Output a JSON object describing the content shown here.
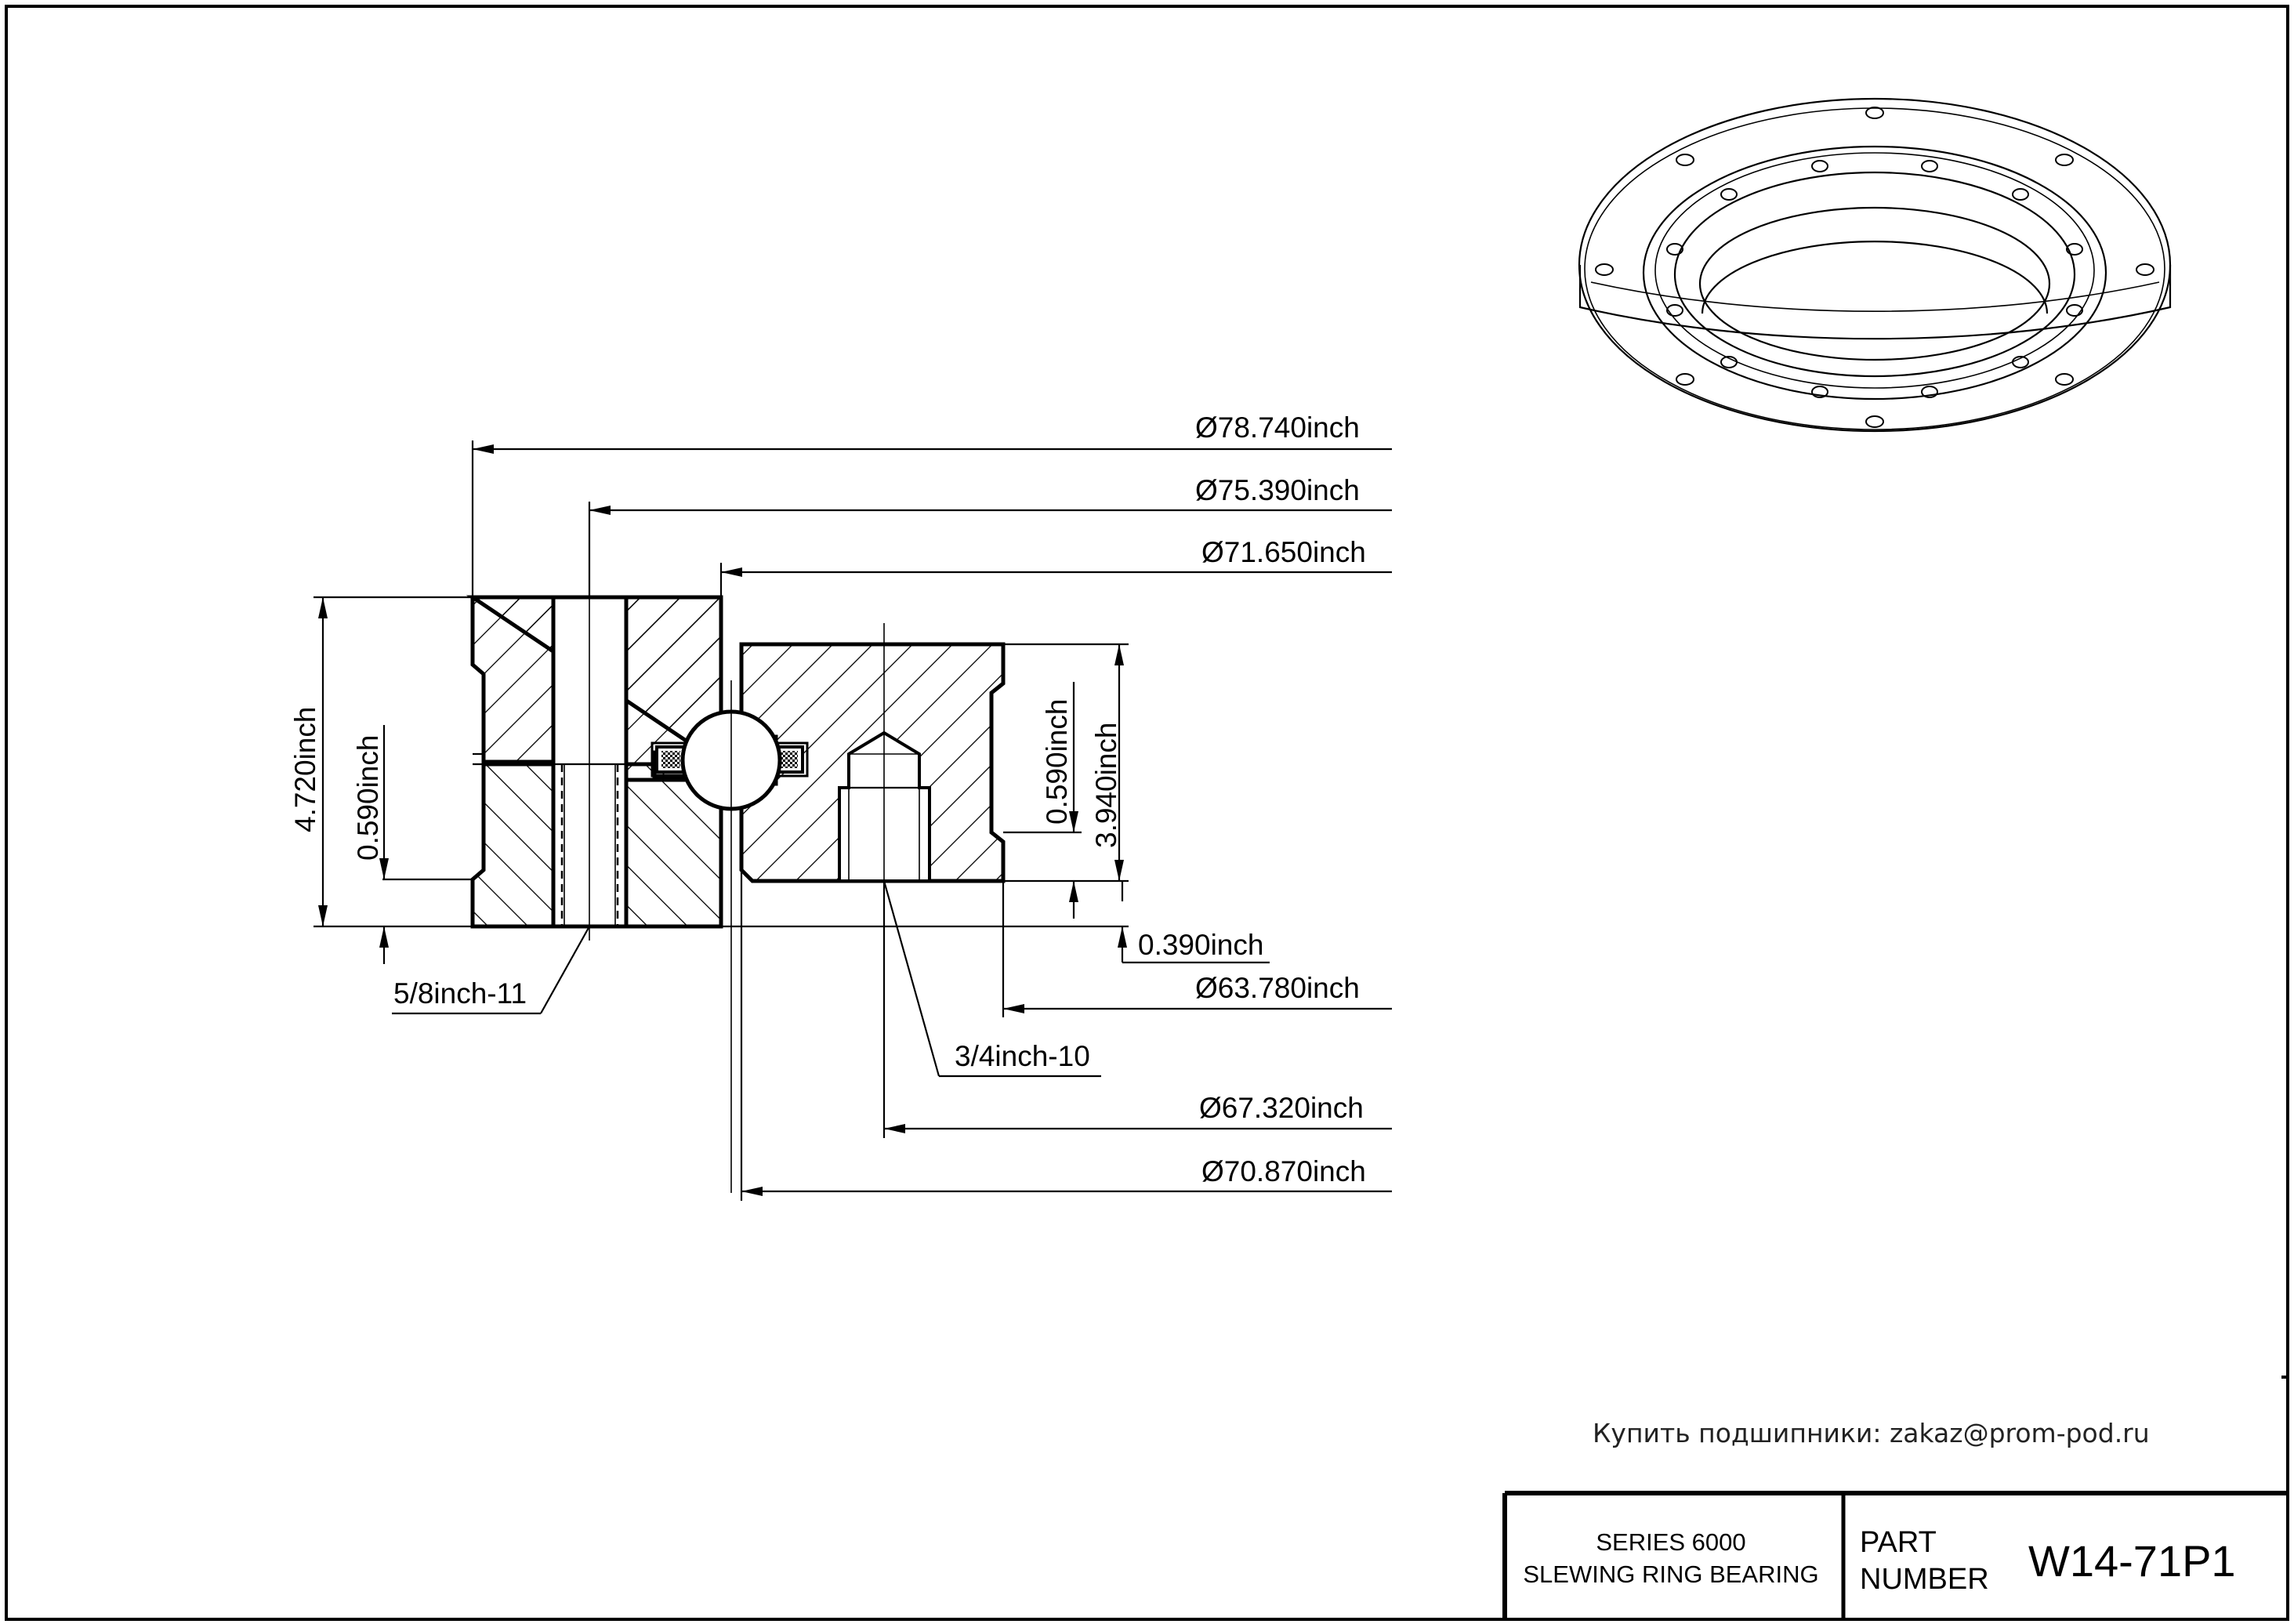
{
  "dimensions": {
    "d_78_740": "Ø78.740inch",
    "d_75_390": "Ø75.390inch",
    "d_71_650": "Ø71.650inch",
    "h_4_720": "4.720inch",
    "h_0_590_left": "0.590inch",
    "h_0_590_right": "0.590inch",
    "h_3_940": "3.940inch",
    "h_0_390": "0.390inch",
    "d_63_780": "Ø63.780inch",
    "thread_outer": "5/8inch-11",
    "thread_inner": "3/4inch-10",
    "d_67_320": "Ø67.320inch",
    "d_70_870": "Ø70.870inch"
  },
  "contact_note": "Купить подшипники: zakaz@prom-pod.ru",
  "title_block": {
    "series_line1": "SERIES 6000",
    "series_line2": "SLEWING RING BEARING",
    "part_label_line1": "PART",
    "part_label_line2": "NUMBER",
    "part_number": "W14-71P1"
  }
}
